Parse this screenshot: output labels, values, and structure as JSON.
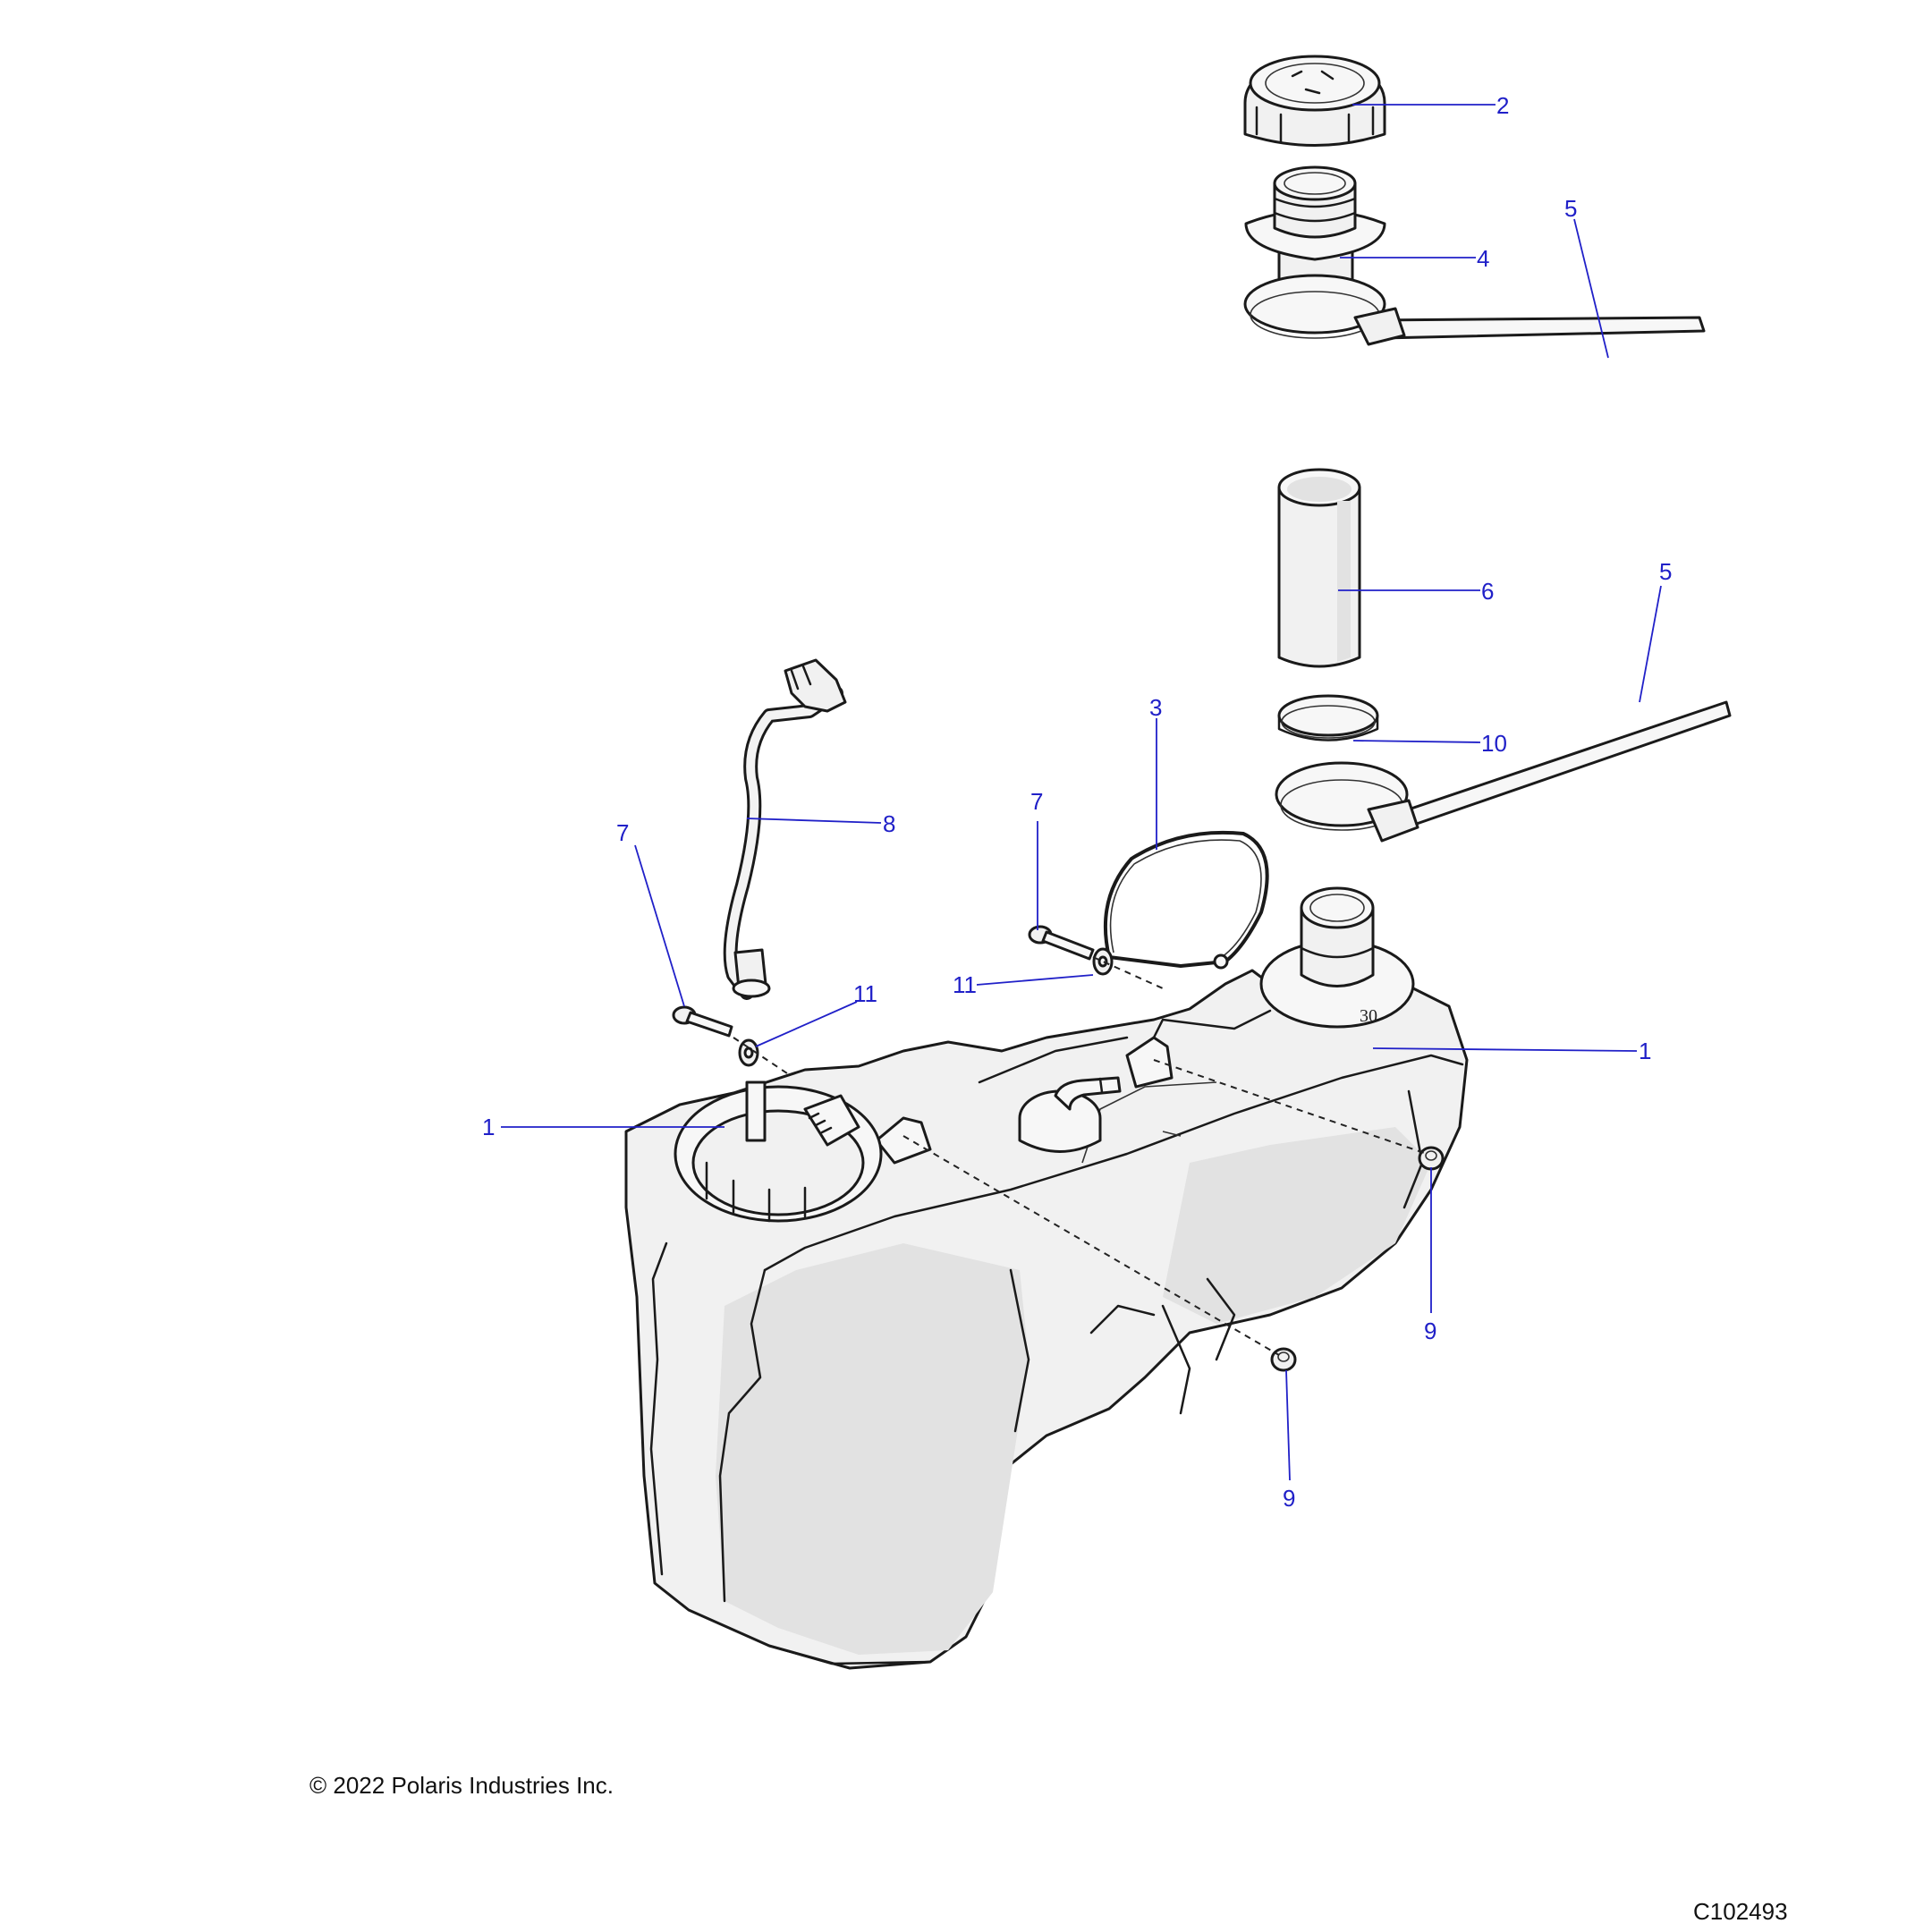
{
  "copyright": "© 2022 Polaris Industries Inc.",
  "figure_id": "C102493",
  "callouts": {
    "tank_right": "1",
    "tank_pump": "1",
    "fuel_cap": "2",
    "gasket_ring": "3",
    "filler_neck": "4",
    "clamp_upper": "5",
    "clamp_lower": "5",
    "hose": "6",
    "bolt_left": "7",
    "bolt_right": "7",
    "vent_line": "8",
    "nut_right": "9",
    "nut_lower": "9",
    "band_clamp": "10",
    "washer_left": "11",
    "washer_right": "11"
  },
  "tank_mark": "30",
  "colors": {
    "callout": "#2020c8",
    "line_art": "#1a1a1a",
    "part_fill": "#f1f1f1"
  }
}
